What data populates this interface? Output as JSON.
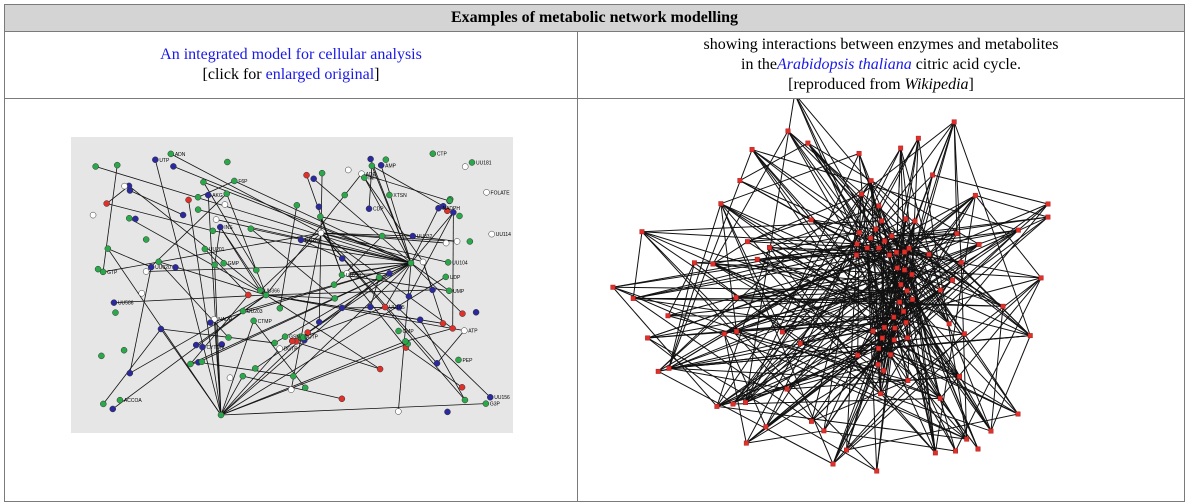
{
  "header": {
    "title": "Examples of metabolic network modelling"
  },
  "left": {
    "link_text": "An integrated model for cellular analysis",
    "bracket_open": "[click for ",
    "enlarge_link": "enlarged original",
    "bracket_close": "]"
  },
  "right": {
    "line1": "showing interactions between enzymes and metabolites",
    "line2_prefix": "in the",
    "species_link": "Arabidopsis thaliana",
    "line2_suffix": " citric acid cycle.",
    "line3_open": "[reproduced from ",
    "line3_source": "Wikipedia",
    "line3_close": "]"
  },
  "colors": {
    "link": "#1a1ae6",
    "header_bg": "#d4d4d4",
    "node_green": "#2aa84a",
    "node_blue": "#2a2a9e",
    "node_red": "#e0302a",
    "node_white": "#ffffff"
  },
  "network_labels": [
    "UU181",
    "PEP",
    "FOLATE",
    "NADPH",
    "NADP",
    "G3P",
    "F6P",
    "UU114",
    "UU203",
    "UU586",
    "UU221",
    "UU020",
    "UU105",
    "CTMP",
    "CDP",
    "UU201",
    "AMP",
    "ADP",
    "ATP",
    "GMP",
    "GTP",
    "UTP",
    "UDP",
    "UMP",
    "CMP",
    "CTP",
    "ACCOA",
    "AKG",
    "UU280",
    "UU156",
    "UU366",
    "UU332",
    "UU104",
    "DGTP",
    "DCTP",
    "CYTDnt",
    "GSN",
    "ADN",
    "INS",
    "XTSN",
    "INP"
  ]
}
